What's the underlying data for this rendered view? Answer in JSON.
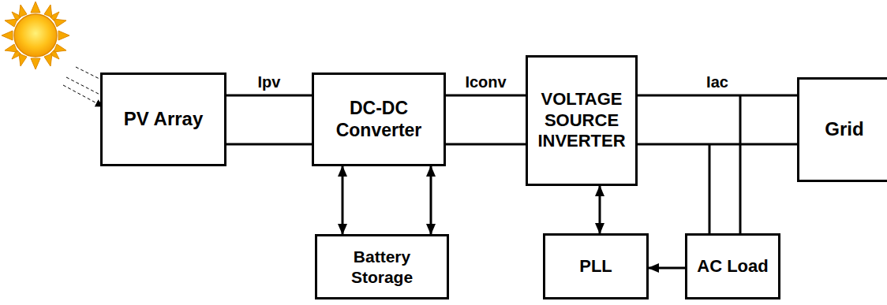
{
  "diagram": {
    "nodes": [
      {
        "text": [
          "PV Array"
        ]
      },
      {
        "text": [
          "DC-DC Converter"
        ]
      },
      {
        "text": [
          "VOLTAGE SOURCE INVERTER"
        ]
      },
      {
        "text": [
          "Grid"
        ]
      },
      {
        "text": [
          "Battery Storage"
        ]
      },
      {
        "text": [
          "PLL"
        ]
      },
      {
        "text": [
          "AC Load"
        ]
      }
    ],
    "edges": [
      {
        "from": 0,
        "to": 1,
        "arrow": "none",
        "label": "Ipv"
      },
      {
        "from": 1,
        "to": 2,
        "arrow": "none",
        "label": "Iconv"
      },
      {
        "from": 2,
        "to": 3,
        "arrow": "none",
        "label": "Iac"
      },
      {
        "from": 1,
        "to": 4,
        "arrow": "both"
      },
      {
        "from": 1,
        "to": 4,
        "arrow": "both"
      },
      {
        "from": 2,
        "to": 5,
        "arrow": "both"
      },
      {
        "from": 6,
        "to": 5,
        "arrow": "to"
      }
    ]
  }
}
